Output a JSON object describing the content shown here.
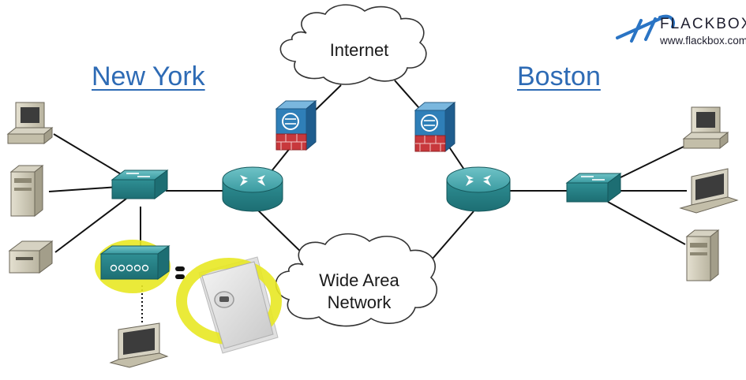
{
  "logo": {
    "name": "FLACKBOX",
    "url": "www.flackbox.com",
    "accent": "#2a74c4"
  },
  "sites": {
    "left": "New York",
    "right": "Boston"
  },
  "clouds": {
    "internet": "Internet",
    "wan_line1": "Wide Area",
    "wan_line2": "Network"
  },
  "colors": {
    "network_device": "#2f8f94",
    "firewall_brick": "#c8383c",
    "firewall_top": "#2f7fb8",
    "highlight": "#e8e824",
    "site_label": "#2e6bb5"
  },
  "devices": {
    "new_york": [
      "desktop-pc",
      "server",
      "printer",
      "switch",
      "router",
      "firewall",
      "wireless-lan-controller",
      "access-point",
      "laptop"
    ],
    "boston": [
      "desktop-pc",
      "laptop",
      "server",
      "switch",
      "router",
      "firewall"
    ]
  }
}
